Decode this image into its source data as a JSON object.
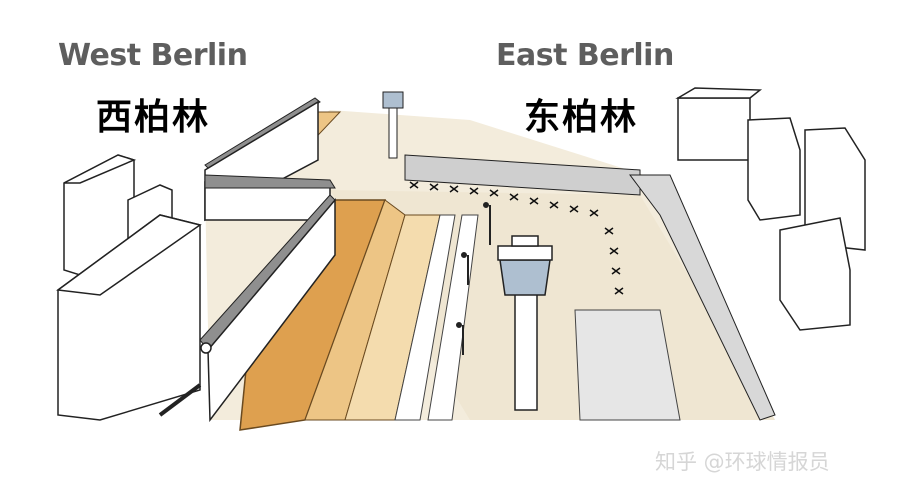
{
  "labels": {
    "west_en": "West Berlin",
    "west_zh": "西柏林",
    "east_en": "East Berlin",
    "east_zh": "东柏林"
  },
  "watermark": "知乎 @环球情报员",
  "colors": {
    "ground": "#f3ecdc",
    "sand_light": "#f4dcae",
    "sand_mid": "#edc585",
    "sand_dark": "#dea04f",
    "wall_gray": "#8f8f8f",
    "building_fill": "#ffffff",
    "outline": "#222222"
  }
}
